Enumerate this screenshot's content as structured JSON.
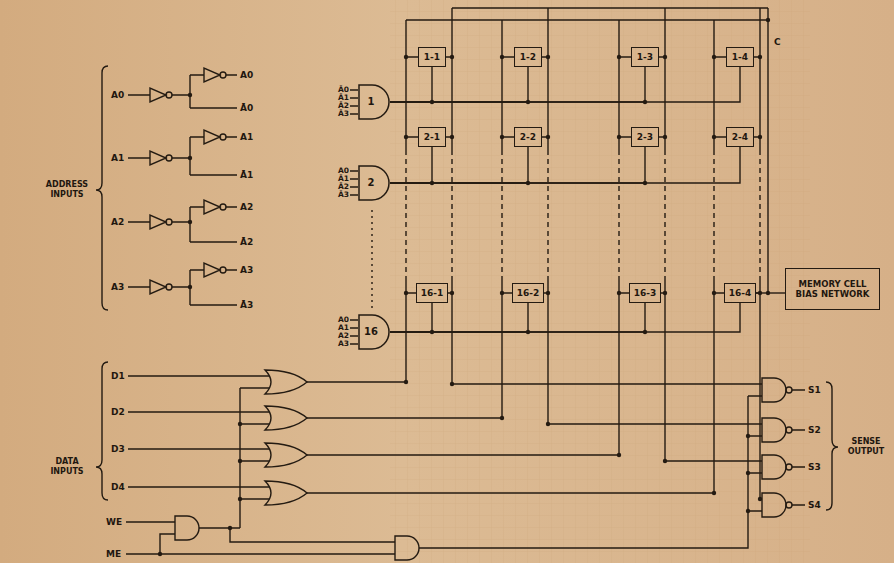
{
  "diagram": {
    "nodes": [
      {
        "text": [
          "1"
        ]
      },
      {
        "text": [
          "1-1"
        ]
      },
      {
        "text": [
          "1-2"
        ]
      },
      {
        "text": [
          "1-3"
        ]
      },
      {
        "text": [
          "1-4"
        ]
      },
      {
        "text": [
          "2"
        ]
      },
      {
        "text": [
          "2-1"
        ]
      },
      {
        "text": [
          "2-2"
        ]
      },
      {
        "text": [
          "2-3"
        ]
      },
      {
        "text": [
          "2-4"
        ]
      },
      {
        "text": [
          "16"
        ]
      },
      {
        "text": [
          "16-1"
        ]
      },
      {
        "text": [
          "16-2"
        ]
      },
      {
        "text": [
          "16-3"
        ]
      },
      {
        "text": [
          "16-4"
        ]
      },
      {
        "text": [
          "MEMORY CELL BIAS NETWORK"
        ]
      }
    ],
    "edges": [
      {
        "from": 0,
        "to": 1,
        "arrow": "none"
      },
      {
        "from": 0,
        "to": 2,
        "arrow": "none"
      },
      {
        "from": 0,
        "to": 3,
        "arrow": "none"
      },
      {
        "from": 0,
        "to": 4,
        "arrow": "none"
      },
      {
        "from": 5,
        "to": 6,
        "arrow": "none"
      },
      {
        "from": 5,
        "to": 7,
        "arrow": "none"
      },
      {
        "from": 5,
        "to": 8,
        "arrow": "none"
      },
      {
        "from": 5,
        "to": 9,
        "arrow": "none"
      },
      {
        "from": 10,
        "to": 11,
        "arrow": "none"
      },
      {
        "from": 10,
        "to": 12,
        "arrow": "none"
      },
      {
        "from": 10,
        "to": 13,
        "arrow": "none"
      },
      {
        "from": 10,
        "to": 14,
        "arrow": "none"
      },
      {
        "from": 1,
        "to": 6,
        "arrow": "none"
      },
      {
        "from": 2,
        "to": 7,
        "arrow": "none"
      },
      {
        "from": 3,
        "to": 8,
        "arrow": "none"
      },
      {
        "from": 4,
        "to": 9,
        "arrow": "none"
      },
      {
        "from": 15,
        "to": 14,
        "arrow": "none"
      }
    ],
    "labels": [
      "A0",
      "A0",
      "Ā0",
      "A1",
      "A1",
      "Ā1",
      "A2",
      "A2",
      "Ā2",
      "A3",
      "A3",
      "Ā3",
      "ADDRESS INPUTS",
      "Ā0",
      "Ā1",
      "Ā2",
      "Ā3",
      "A0",
      "Ā1",
      "Ā2",
      "Ā3",
      "A0",
      "A1",
      "A2",
      "A3",
      "C",
      "D1",
      "D2",
      "D3",
      "D4",
      "DATA INPUTS",
      "WE",
      "ME",
      "S1",
      "S2",
      "S3",
      "S4",
      "SENSE OUTPUT"
    ]
  }
}
